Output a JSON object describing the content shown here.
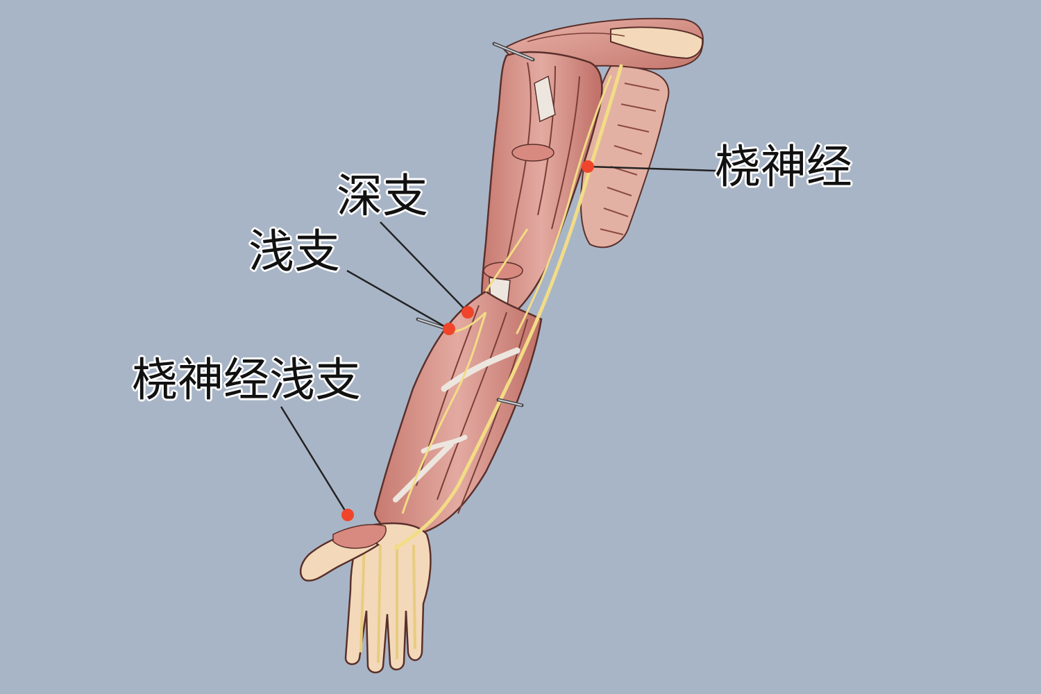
{
  "labels": {
    "radial_nerve": "桡神经",
    "deep_branch": "深支",
    "superficial_branch": "浅支",
    "superficial_branch_of_radial_nerve": "桡神经浅支"
  },
  "colors": {
    "background": "#a8b5c7",
    "marker": "#f0452a",
    "leader_line": "#222222",
    "muscle": "#d99a92",
    "muscle_shadow": "#b9675f",
    "nerve": "#f2dc86",
    "tendon": "#e9e2da",
    "skin_pale": "#f3d9b9"
  },
  "icons": {
    "marker": "red-dot",
    "arm": "arm-muscle-anatomy-illustration",
    "pin": "dissection-pin"
  }
}
